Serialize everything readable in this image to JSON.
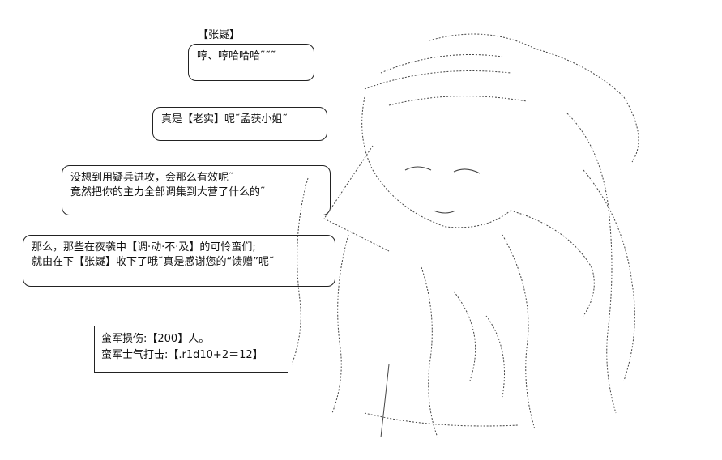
{
  "speaker": "【张嶷】",
  "bubbles": [
    {
      "lines": [
        "哼、哼哈哈哈˜˜˜"
      ]
    },
    {
      "lines": [
        "真是【老实】呢˜孟获小姐˜"
      ]
    },
    {
      "lines": [
        "没想到用疑兵进攻，会那么有效呢˜",
        "竟然把你的主力全部调集到大营了什么的˜"
      ]
    },
    {
      "lines": [
        "那么，那些在夜袭中【调·动·不·及】的可怜蛮们;",
        "就由在下【张嶷】收下了哦˜真是感谢您的“馈赠”呢˜"
      ]
    }
  ],
  "info": {
    "losses": "蛮军损伤:【200】人。",
    "morale": "蛮军士气打击:【.r1d10+2＝12】"
  }
}
